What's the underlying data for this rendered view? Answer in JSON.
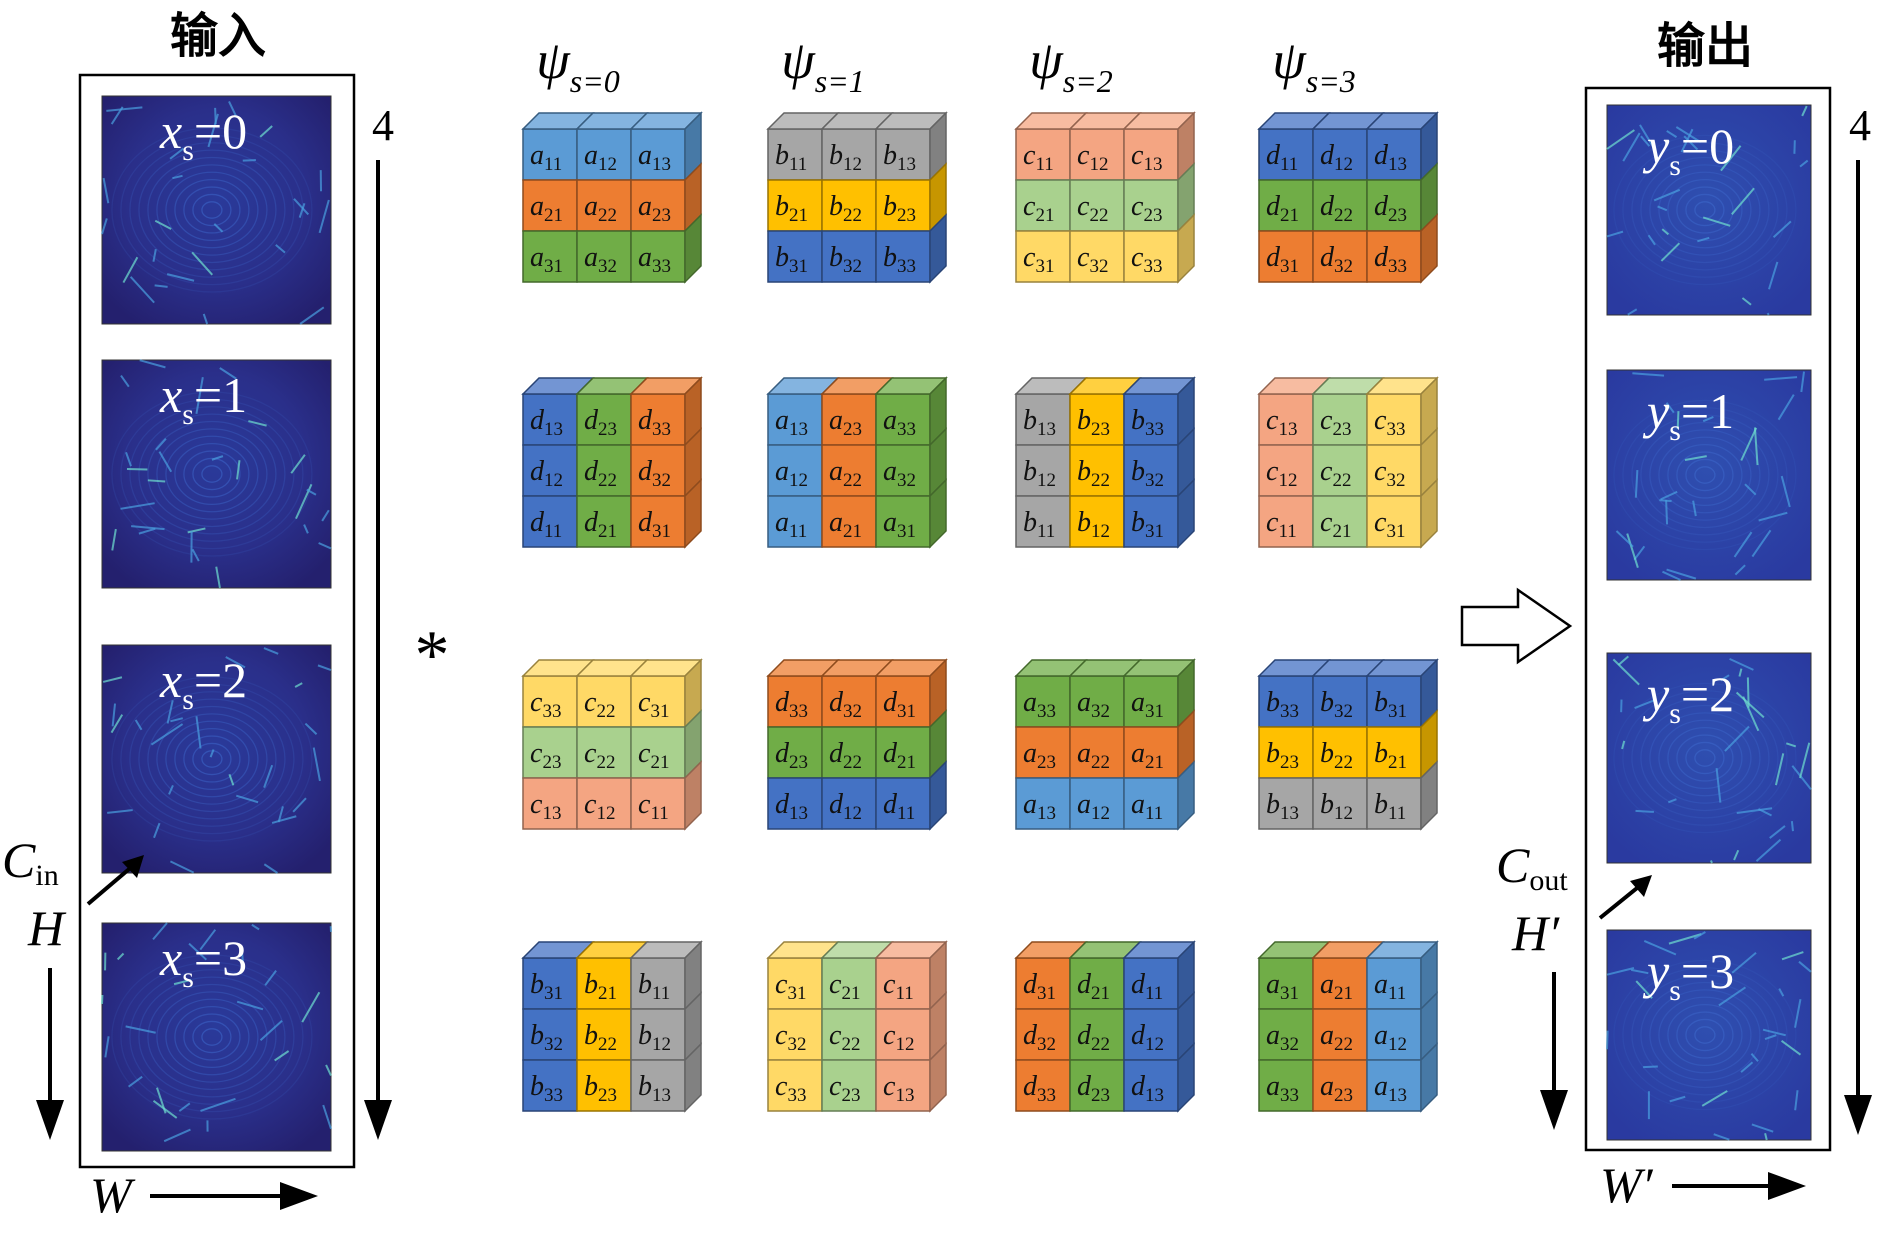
{
  "input": {
    "title": "输入",
    "count_label": "4",
    "cin_label": "C",
    "cin_sub": "in",
    "h_label": "H",
    "w_label": "W",
    "maps": [
      {
        "var": "x",
        "sub": "s",
        "rest": "=0"
      },
      {
        "var": "x",
        "sub": "s",
        "rest": "=1"
      },
      {
        "var": "x",
        "sub": "s",
        "rest": "=2"
      },
      {
        "var": "x",
        "sub": "s",
        "rest": "=3"
      }
    ]
  },
  "operator": "*",
  "output": {
    "title": "输出",
    "count_label": "4",
    "cout_label": "C",
    "cout_sub": "out",
    "h_label": "H′",
    "w_label": "W′",
    "maps": [
      {
        "var": "y",
        "sub": "s",
        "rest": "=0"
      },
      {
        "var": "y",
        "sub": "s",
        "rest": "=1"
      },
      {
        "var": "y",
        "sub": "s",
        "rest": "=2"
      },
      {
        "var": "y",
        "sub": "s",
        "rest": "=3"
      }
    ]
  },
  "filters": {
    "headers": [
      {
        "sym": "ψ",
        "sub": "s=0"
      },
      {
        "sym": "ψ",
        "sub": "s=1"
      },
      {
        "sym": "ψ",
        "sub": "s=2"
      },
      {
        "sym": "ψ",
        "sub": "s=3"
      }
    ],
    "colors": {
      "a": "#5b9bd5",
      "b": "#a6a6a6",
      "c": "#f4a582",
      "d": "#4472c4",
      "o": "#ed7d31",
      "g": "#70ad47",
      "y": "#ffc000",
      "lg": "#a9d18e",
      "ly": "#ffd966"
    },
    "grid": [
      [
        [
          [
            "a",
            "11",
            "a"
          ],
          [
            "a",
            "12",
            "a"
          ],
          [
            "a",
            "13",
            "a"
          ],
          [
            "a",
            "21",
            "o"
          ],
          [
            "a",
            "22",
            "o"
          ],
          [
            "a",
            "23",
            "o"
          ],
          [
            "a",
            "31",
            "g"
          ],
          [
            "a",
            "32",
            "g"
          ],
          [
            "a",
            "33",
            "g"
          ]
        ],
        [
          [
            "b",
            "11",
            "b"
          ],
          [
            "b",
            "12",
            "b"
          ],
          [
            "b",
            "13",
            "b"
          ],
          [
            "b",
            "21",
            "y"
          ],
          [
            "b",
            "22",
            "y"
          ],
          [
            "b",
            "23",
            "y"
          ],
          [
            "b",
            "31",
            "d"
          ],
          [
            "b",
            "32",
            "d"
          ],
          [
            "b",
            "33",
            "d"
          ]
        ],
        [
          [
            "c",
            "11",
            "c"
          ],
          [
            "c",
            "12",
            "c"
          ],
          [
            "c",
            "13",
            "c"
          ],
          [
            "c",
            "21",
            "lg"
          ],
          [
            "c",
            "22",
            "lg"
          ],
          [
            "c",
            "23",
            "lg"
          ],
          [
            "c",
            "31",
            "ly"
          ],
          [
            "c",
            "32",
            "ly"
          ],
          [
            "c",
            "33",
            "ly"
          ]
        ],
        [
          [
            "d",
            "11",
            "d"
          ],
          [
            "d",
            "12",
            "d"
          ],
          [
            "d",
            "13",
            "d"
          ],
          [
            "d",
            "21",
            "g"
          ],
          [
            "d",
            "22",
            "g"
          ],
          [
            "d",
            "23",
            "g"
          ],
          [
            "d",
            "31",
            "o"
          ],
          [
            "d",
            "32",
            "o"
          ],
          [
            "d",
            "33",
            "o"
          ]
        ]
      ],
      [
        [
          [
            "d",
            "13",
            "d"
          ],
          [
            "d",
            "23",
            "g"
          ],
          [
            "d",
            "33",
            "o"
          ],
          [
            "d",
            "12",
            "d"
          ],
          [
            "d",
            "22",
            "g"
          ],
          [
            "d",
            "32",
            "o"
          ],
          [
            "d",
            "11",
            "d"
          ],
          [
            "d",
            "21",
            "g"
          ],
          [
            "d",
            "31",
            "o"
          ]
        ],
        [
          [
            "a",
            "13",
            "a"
          ],
          [
            "a",
            "23",
            "o"
          ],
          [
            "a",
            "33",
            "g"
          ],
          [
            "a",
            "12",
            "a"
          ],
          [
            "a",
            "22",
            "o"
          ],
          [
            "a",
            "32",
            "g"
          ],
          [
            "a",
            "11",
            "a"
          ],
          [
            "a",
            "21",
            "o"
          ],
          [
            "a",
            "31",
            "g"
          ]
        ],
        [
          [
            "b",
            "13",
            "b"
          ],
          [
            "b",
            "23",
            "y"
          ],
          [
            "b",
            "33",
            "d"
          ],
          [
            "b",
            "12",
            "b"
          ],
          [
            "b",
            "22",
            "y"
          ],
          [
            "b",
            "32",
            "d"
          ],
          [
            "b",
            "11",
            "b"
          ],
          [
            "b",
            "12",
            "y"
          ],
          [
            "b",
            "31",
            "d"
          ]
        ],
        [
          [
            "c",
            "13",
            "c"
          ],
          [
            "c",
            "23",
            "lg"
          ],
          [
            "c",
            "33",
            "ly"
          ],
          [
            "c",
            "12",
            "c"
          ],
          [
            "c",
            "22",
            "lg"
          ],
          [
            "c",
            "32",
            "ly"
          ],
          [
            "c",
            "11",
            "c"
          ],
          [
            "c",
            "21",
            "lg"
          ],
          [
            "c",
            "31",
            "ly"
          ]
        ]
      ],
      [
        [
          [
            "c",
            "33",
            "ly"
          ],
          [
            "c",
            "22",
            "ly"
          ],
          [
            "c",
            "31",
            "ly"
          ],
          [
            "c",
            "23",
            "lg"
          ],
          [
            "c",
            "22",
            "lg"
          ],
          [
            "c",
            "21",
            "lg"
          ],
          [
            "c",
            "13",
            "c"
          ],
          [
            "c",
            "12",
            "c"
          ],
          [
            "c",
            "11",
            "c"
          ]
        ],
        [
          [
            "d",
            "33",
            "o"
          ],
          [
            "d",
            "32",
            "o"
          ],
          [
            "d",
            "31",
            "o"
          ],
          [
            "d",
            "23",
            "g"
          ],
          [
            "d",
            "22",
            "g"
          ],
          [
            "d",
            "21",
            "g"
          ],
          [
            "d",
            "13",
            "d"
          ],
          [
            "d",
            "12",
            "d"
          ],
          [
            "d",
            "11",
            "d"
          ]
        ],
        [
          [
            "a",
            "33",
            "g"
          ],
          [
            "a",
            "32",
            "g"
          ],
          [
            "a",
            "31",
            "g"
          ],
          [
            "a",
            "23",
            "o"
          ],
          [
            "a",
            "22",
            "o"
          ],
          [
            "a",
            "21",
            "o"
          ],
          [
            "a",
            "13",
            "a"
          ],
          [
            "a",
            "12",
            "a"
          ],
          [
            "a",
            "11",
            "a"
          ]
        ],
        [
          [
            "b",
            "33",
            "d"
          ],
          [
            "b",
            "32",
            "d"
          ],
          [
            "b",
            "31",
            "d"
          ],
          [
            "b",
            "23",
            "y"
          ],
          [
            "b",
            "22",
            "y"
          ],
          [
            "b",
            "21",
            "y"
          ],
          [
            "b",
            "13",
            "b"
          ],
          [
            "b",
            "12",
            "b"
          ],
          [
            "b",
            "11",
            "b"
          ]
        ]
      ],
      [
        [
          [
            "b",
            "31",
            "d"
          ],
          [
            "b",
            "21",
            "y"
          ],
          [
            "b",
            "11",
            "b"
          ],
          [
            "b",
            "32",
            "d"
          ],
          [
            "b",
            "22",
            "y"
          ],
          [
            "b",
            "12",
            "b"
          ],
          [
            "b",
            "33",
            "d"
          ],
          [
            "b",
            "23",
            "y"
          ],
          [
            "b",
            "13",
            "b"
          ]
        ],
        [
          [
            "c",
            "31",
            "ly"
          ],
          [
            "c",
            "21",
            "lg"
          ],
          [
            "c",
            "11",
            "c"
          ],
          [
            "c",
            "32",
            "ly"
          ],
          [
            "c",
            "22",
            "lg"
          ],
          [
            "c",
            "12",
            "c"
          ],
          [
            "c",
            "33",
            "ly"
          ],
          [
            "c",
            "23",
            "lg"
          ],
          [
            "c",
            "13",
            "c"
          ]
        ],
        [
          [
            "d",
            "31",
            "o"
          ],
          [
            "d",
            "21",
            "g"
          ],
          [
            "d",
            "11",
            "d"
          ],
          [
            "d",
            "32",
            "o"
          ],
          [
            "d",
            "22",
            "g"
          ],
          [
            "d",
            "12",
            "d"
          ],
          [
            "d",
            "33",
            "o"
          ],
          [
            "d",
            "23",
            "g"
          ],
          [
            "d",
            "13",
            "d"
          ]
        ],
        [
          [
            "a",
            "31",
            "g"
          ],
          [
            "a",
            "21",
            "o"
          ],
          [
            "a",
            "11",
            "a"
          ],
          [
            "a",
            "32",
            "g"
          ],
          [
            "a",
            "22",
            "o"
          ],
          [
            "a",
            "12",
            "a"
          ],
          [
            "a",
            "33",
            "g"
          ],
          [
            "a",
            "23",
            "o"
          ],
          [
            "a",
            "13",
            "a"
          ]
        ]
      ]
    ]
  }
}
